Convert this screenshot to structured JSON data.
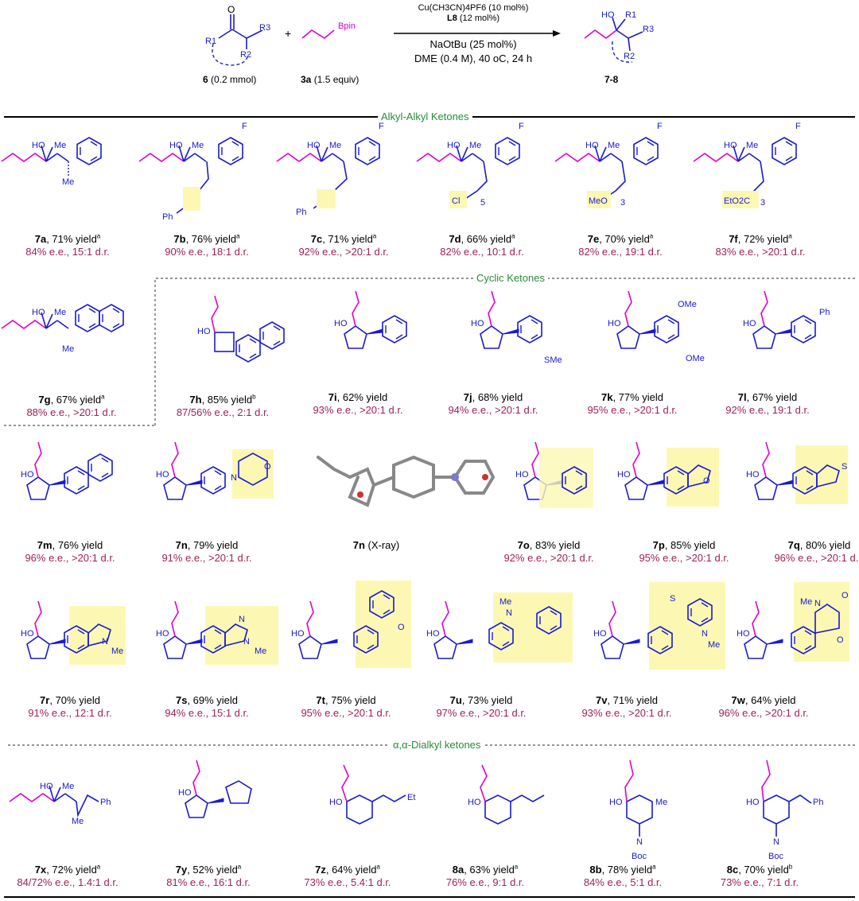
{
  "scheme": {
    "substrate_label": "6",
    "substrate_amount": "(0.2 mmol)",
    "reagent_label": "3a",
    "reagent_amount": "(1.5 equiv)",
    "product_label": "7-8",
    "plus": "+",
    "reagent_name": "Bpin",
    "cond_catalyst": "Cu(CH3CN)4PF6 (10 mol%)",
    "cond_ligand": "L8",
    "cond_ligand_amount": " (12 mol%)",
    "cond_base": "NaOtBu (25 mol%)",
    "cond_solvent": "DME (0.4 M), 40 oC, 24 h"
  },
  "sections": {
    "alkyl": "Alkyl-Alkyl Ketones",
    "cyclic": "Cyclic Ketones",
    "dialkyl": "α,α-Dialkyl ketones"
  },
  "compounds": [
    {
      "id": "7a",
      "yield": ", 71% yield",
      "sup": "a",
      "ee": "84% e.e., 15:1 d.r."
    },
    {
      "id": "7b",
      "yield": ", 76% yield",
      "sup": "a",
      "ee": "90% e.e., 18:1 d.r."
    },
    {
      "id": "7c",
      "yield": ", 71% yield",
      "sup": "a",
      "ee": "92% e.e., >20:1 d.r."
    },
    {
      "id": "7d",
      "yield": ", 66% yield",
      "sup": "a",
      "ee": "82% e.e., 10:1 d.r."
    },
    {
      "id": "7e",
      "yield": ", 70% yield",
      "sup": "a",
      "ee": "82% e.e., 19:1 d.r."
    },
    {
      "id": "7f",
      "yield": ", 72% yield",
      "sup": "a",
      "ee": "83% e.e., >20:1 d.r."
    },
    {
      "id": "7g",
      "yield": ", 67% yield",
      "sup": "a",
      "ee": "88% e.e., >20:1 d.r."
    },
    {
      "id": "7h",
      "yield": ", 85% yield",
      "sup": "b",
      "ee": "87/56% e.e., 2:1 d.r."
    },
    {
      "id": "7i",
      "yield": ", 62% yield",
      "sup": "",
      "ee": "93% e.e., >20:1 d.r."
    },
    {
      "id": "7j",
      "yield": ", 68% yield",
      "sup": "",
      "ee": "94% e.e., >20:1 d.r."
    },
    {
      "id": "7k",
      "yield": ", 77% yield",
      "sup": "",
      "ee": "95% e.e., >20:1 d.r."
    },
    {
      "id": "7l",
      "yield": ", 67% yield",
      "sup": "",
      "ee": "92% e.e., 19:1 d.r."
    },
    {
      "id": "7m",
      "yield": ", 76% yield",
      "sup": "",
      "ee": "96% e.e., >20:1 d.r."
    },
    {
      "id": "7n",
      "yield": ", 79% yield",
      "sup": "",
      "ee": "91% e.e., >20:1 d.r."
    },
    {
      "id": "7n",
      "yield": " (X-ray)",
      "sup": "",
      "ee": ""
    },
    {
      "id": "7o",
      "yield": ", 83% yield",
      "sup": "",
      "ee": "92% e.e., >20:1 d.r."
    },
    {
      "id": "7p",
      "yield": ", 85% yield",
      "sup": "",
      "ee": "95% e.e., >20:1 d.r."
    },
    {
      "id": "7q",
      "yield": ", 80% yield",
      "sup": "",
      "ee": "96% e.e., >20:1 d.r."
    },
    {
      "id": "7r",
      "yield": ", 70% yield",
      "sup": "",
      "ee": "91% e.e., 12:1 d.r."
    },
    {
      "id": "7s",
      "yield": ", 69% yield",
      "sup": "",
      "ee": "94% e.e., 15:1 d.r."
    },
    {
      "id": "7t",
      "yield": ", 75% yield",
      "sup": "",
      "ee": "95% e.e., >20:1 d.r."
    },
    {
      "id": "7u",
      "yield": ", 73% yield",
      "sup": "",
      "ee": "97% e.e., >20:1 d.r."
    },
    {
      "id": "7v",
      "yield": ", 71% yield",
      "sup": "",
      "ee": "93% e.e., >20:1 d.r."
    },
    {
      "id": "7w",
      "yield": ", 64% yield",
      "sup": "",
      "ee": "96% e.e., >20:1 d.r."
    },
    {
      "id": "7x",
      "yield": ", 72% yield",
      "sup": "a",
      "ee": "84/72% e.e., 1.4:1 d.r."
    },
    {
      "id": "7y",
      "yield": ", 52% yield",
      "sup": "a",
      "ee": "81% e.e., 16:1 d.r."
    },
    {
      "id": "7z",
      "yield": ", 64% yield",
      "sup": "a",
      "ee": "73% e.e., 5.4:1 d.r."
    },
    {
      "id": "8a",
      "yield": ", 63% yield",
      "sup": "a",
      "ee": "76% e.e., 9:1 d.r."
    },
    {
      "id": "8b",
      "yield": ", 78% yield",
      "sup": "a",
      "ee": "84% e.e., 5:1 d.r."
    },
    {
      "id": "8c",
      "yield": ", 70% yield",
      "sup": "b",
      "ee": "73% e.e., 7:1 d.r."
    }
  ],
  "atom_labels": {
    "HO": "HO",
    "Me": "Me",
    "F": "F",
    "Ph": "Ph",
    "Cl": "Cl",
    "MeO": "MeO",
    "EtO2C": "EtO2C",
    "SMe": "SMe",
    "OMe": "OMe",
    "N": "N",
    "O": "O",
    "S": "S",
    "Boc": "Boc",
    "Et": "Et",
    "n5": "5",
    "n3": "3",
    "R1": "R1",
    "R2": "R2",
    "R3": "R3"
  }
}
